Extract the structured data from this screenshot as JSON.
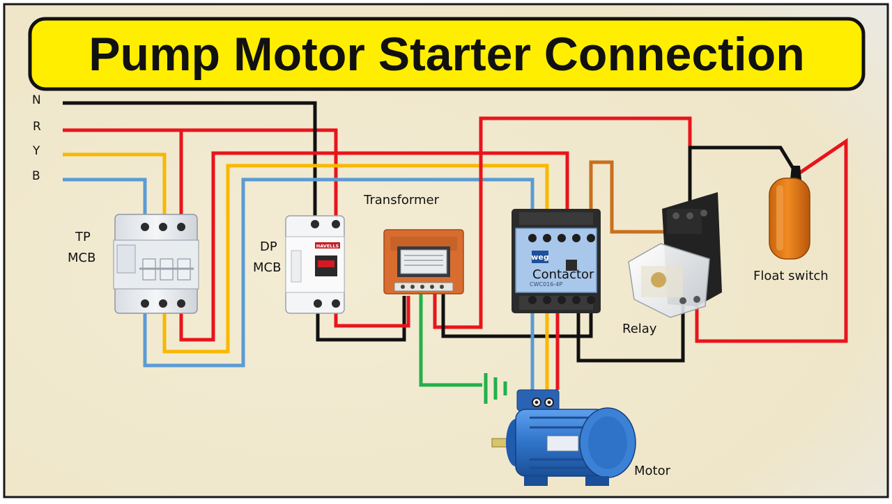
{
  "title": "Pump Motor Starter Connection",
  "labels": {
    "phase_n": "N",
    "phase_r": "R",
    "phase_y": "Y",
    "phase_b": "B",
    "tp_1": "TP",
    "tp_2": "MCB",
    "dp_1": "DP",
    "dp_2": "MCB",
    "transformer": "Transformer",
    "contactor": "Contactor",
    "relay": "Relay",
    "float_switch": "Float switch",
    "motor": "Motor"
  },
  "device_text": {
    "dp_brand": "HAVELLS",
    "contactor_brand": "weg",
    "contactor_model": "CWC016-4P"
  },
  "colors": {
    "title_bg": "#ffee00",
    "background": "#f1e9cf",
    "wire_neutral": "#111111",
    "wire_r": "#e8141c",
    "wire_y": "#f8b800",
    "wire_b": "#5b9bd5",
    "wire_earth": "#22b04a",
    "wire_brown": "#c8701e",
    "contactor_body": "#a8c7ea",
    "float_body": "#e37c1a",
    "motor_body": "#2f73c9"
  },
  "icons": [
    "tp-mcb-icon",
    "dp-mcb-icon",
    "transformer-icon",
    "contactor-icon",
    "relay-icon",
    "float-switch-icon",
    "motor-icon",
    "earth-symbol-icon"
  ]
}
